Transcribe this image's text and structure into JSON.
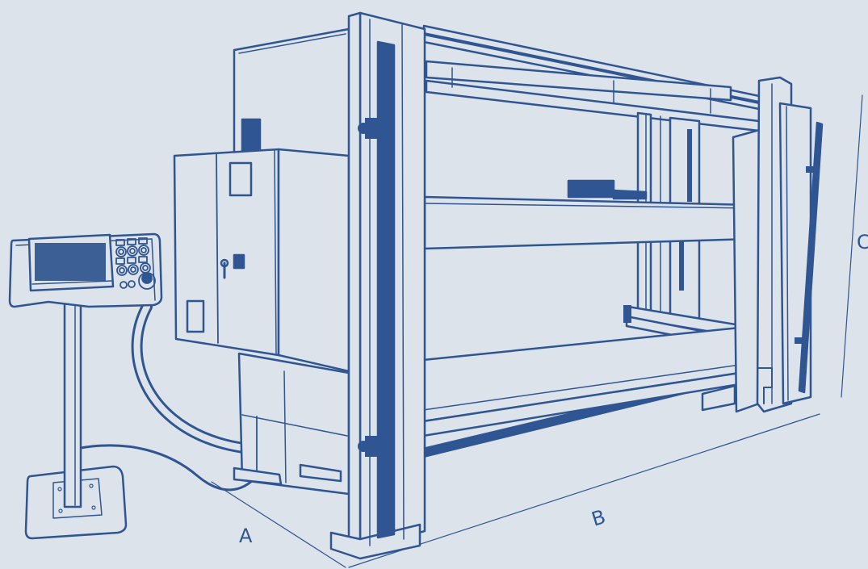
{
  "colors": {
    "background": "#dde3ea",
    "line": "#2f5592",
    "fill": "#dde3ea",
    "dark": "#2f5592",
    "screen": "#3c5f95"
  },
  "dimensions": {
    "a": "A",
    "b": "B",
    "c": "C"
  }
}
